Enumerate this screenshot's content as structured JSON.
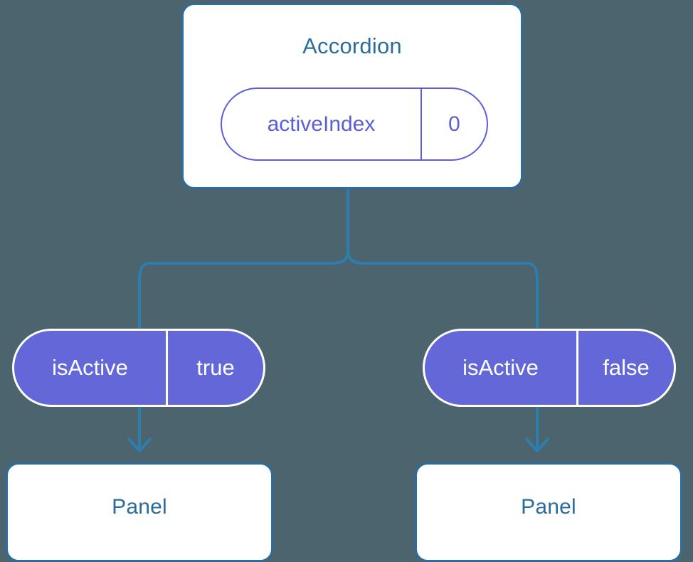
{
  "diagram": {
    "type": "component-tree",
    "background_color": "#4b646d",
    "accent_blue": "#2d6d9e",
    "accent_purple": "#6367d8",
    "root": {
      "name": "accordion",
      "title": "Accordion",
      "state_pill": {
        "key": "activeIndex",
        "value": "0"
      }
    },
    "branches": [
      {
        "name": "left",
        "props_pill": {
          "key": "isActive",
          "value": "true"
        },
        "child": {
          "name": "panel-left",
          "title": "Panel"
        }
      },
      {
        "name": "right",
        "props_pill": {
          "key": "isActive",
          "value": "false"
        },
        "child": {
          "name": "panel-right",
          "title": "Panel"
        }
      }
    ]
  }
}
